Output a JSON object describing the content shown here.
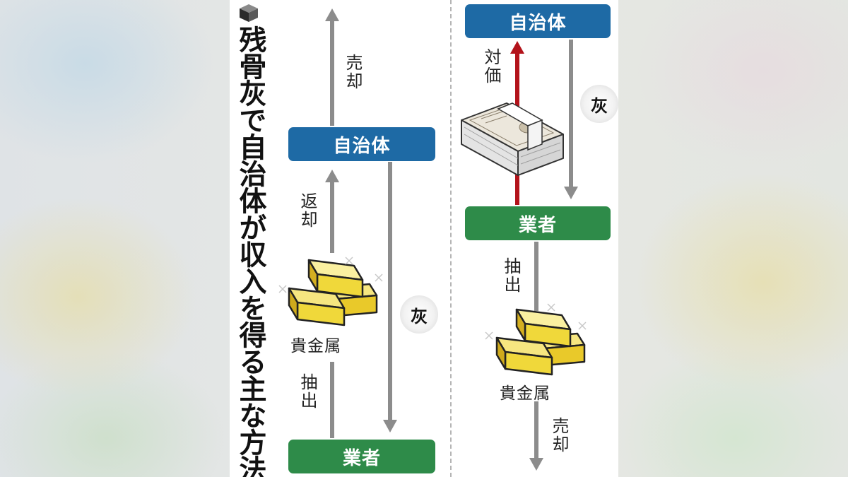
{
  "title": "残骨灰で自治体が収入を得る主な方法",
  "colors": {
    "municipality_box": "#1e6aa5",
    "vendor_box": "#2e8b49",
    "payment_arrow": "#b3131b",
    "flow_arrow": "#8c8c8c",
    "gold": "#f0d83a"
  },
  "left_flow": {
    "municipality": "自治体",
    "vendor": "業者",
    "sell": "売却",
    "return": "返却",
    "precious_metals": "貴金属",
    "extract": "抽出",
    "ash": "灰"
  },
  "right_flow": {
    "municipality": "自治体",
    "vendor": "業者",
    "payment": "対価",
    "ash": "灰",
    "extract": "抽出",
    "precious_metals": "貴金属",
    "sell": "売却"
  },
  "icons": {
    "cube": "cube-icon",
    "gold": "gold-bars-icon",
    "cash": "banknote-bundle-icon"
  }
}
